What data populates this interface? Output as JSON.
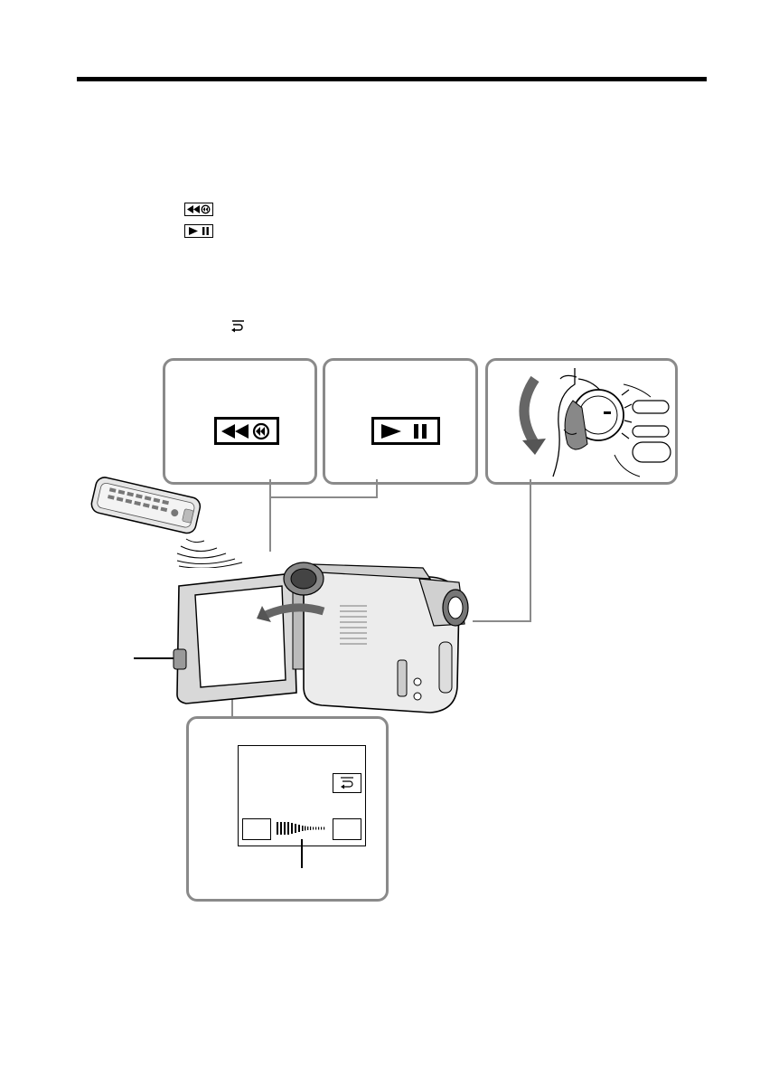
{
  "page": {
    "icons": {
      "rewind_review": "rewind-review-icon",
      "play_pause": "play-pause-icon",
      "return_symbol": "return-arrow-icon"
    },
    "colors": {
      "rule": "#000000",
      "panel_border": "#8a8a8a",
      "leader_line": "#8a8a8a"
    }
  },
  "illustration": {
    "callouts": [
      {
        "id": "rewind",
        "icon": "rewind-review-icon"
      },
      {
        "id": "play-pause",
        "icon": "play-pause-icon"
      },
      {
        "id": "power-switch",
        "icon": "power-dial-icon"
      },
      {
        "id": "lcd-screen",
        "icon": "return-arrow-icon"
      }
    ]
  }
}
